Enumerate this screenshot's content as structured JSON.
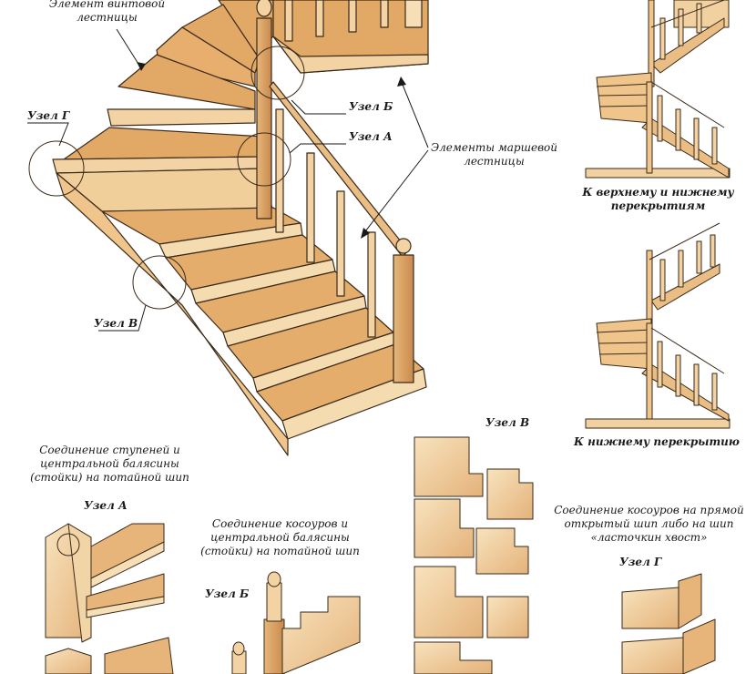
{
  "labels": {
    "spiral_element": [
      "Элемент винтовой",
      "лестницы"
    ],
    "march_elements": [
      "Элементы маршевой",
      "лестницы"
    ],
    "node_a": "Узел А",
    "node_b": "Узел Б",
    "node_v": "Узел В",
    "node_g": "Узел Г",
    "upper_lower": [
      "К верхнему и нижнему",
      "перекрытиям"
    ],
    "lower_only": "К нижнему перекрытию",
    "joint_steps": [
      "Соединение ступеней и",
      "центральной балясины",
      "(стойки) на потайной шип"
    ],
    "joint_stringers": [
      "Соединение косоуров и",
      "центральной балясины",
      "(стойки) на потайной шип"
    ],
    "joint_open": [
      "Соединение косоуров на прямой",
      "открытый шип либо на шип",
      "«ласточкин хвост»"
    ]
  },
  "colors": {
    "tread_top": "#e2a866",
    "tread_front": "#f3d3a3",
    "wood_light": "#f6dfb6",
    "wood_mid": "#e9bd84",
    "wood_dark": "#c98a4e",
    "outline": "#3a2a1a"
  }
}
